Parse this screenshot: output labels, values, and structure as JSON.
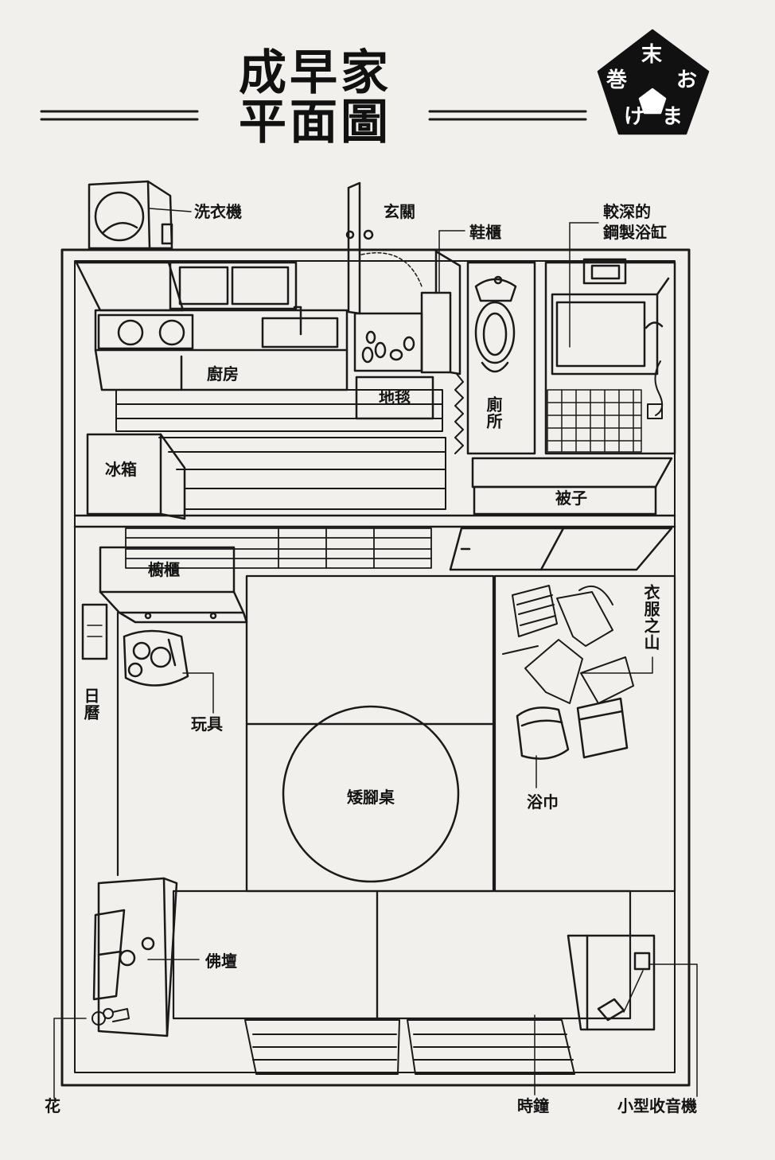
{
  "header": {
    "title_line1": "成早家",
    "title_line2": "平面圖",
    "badge": {
      "top": "末",
      "left": "巻",
      "right": "お",
      "bottom_left": "け",
      "bottom_right": "ま"
    }
  },
  "labels": {
    "washing_machine": "洗衣機",
    "entrance": "玄關",
    "shoe_cabinet": "鞋櫃",
    "deep_tub_line1": "較深的",
    "deep_tub_line2": "鋼製浴缸",
    "kitchen": "廚房",
    "rug": "地毯",
    "toilet": "廁所",
    "fridge": "冰箱",
    "futon": "被子",
    "cabinet": "櫥櫃",
    "clothes_pile": "衣服之山",
    "calendar": "日曆",
    "toys": "玩具",
    "kotatsu": "矮腳桌",
    "towel": "浴巾",
    "altar": "佛壇",
    "flower": "花",
    "clock": "時鐘",
    "radio": "小型收音機"
  }
}
